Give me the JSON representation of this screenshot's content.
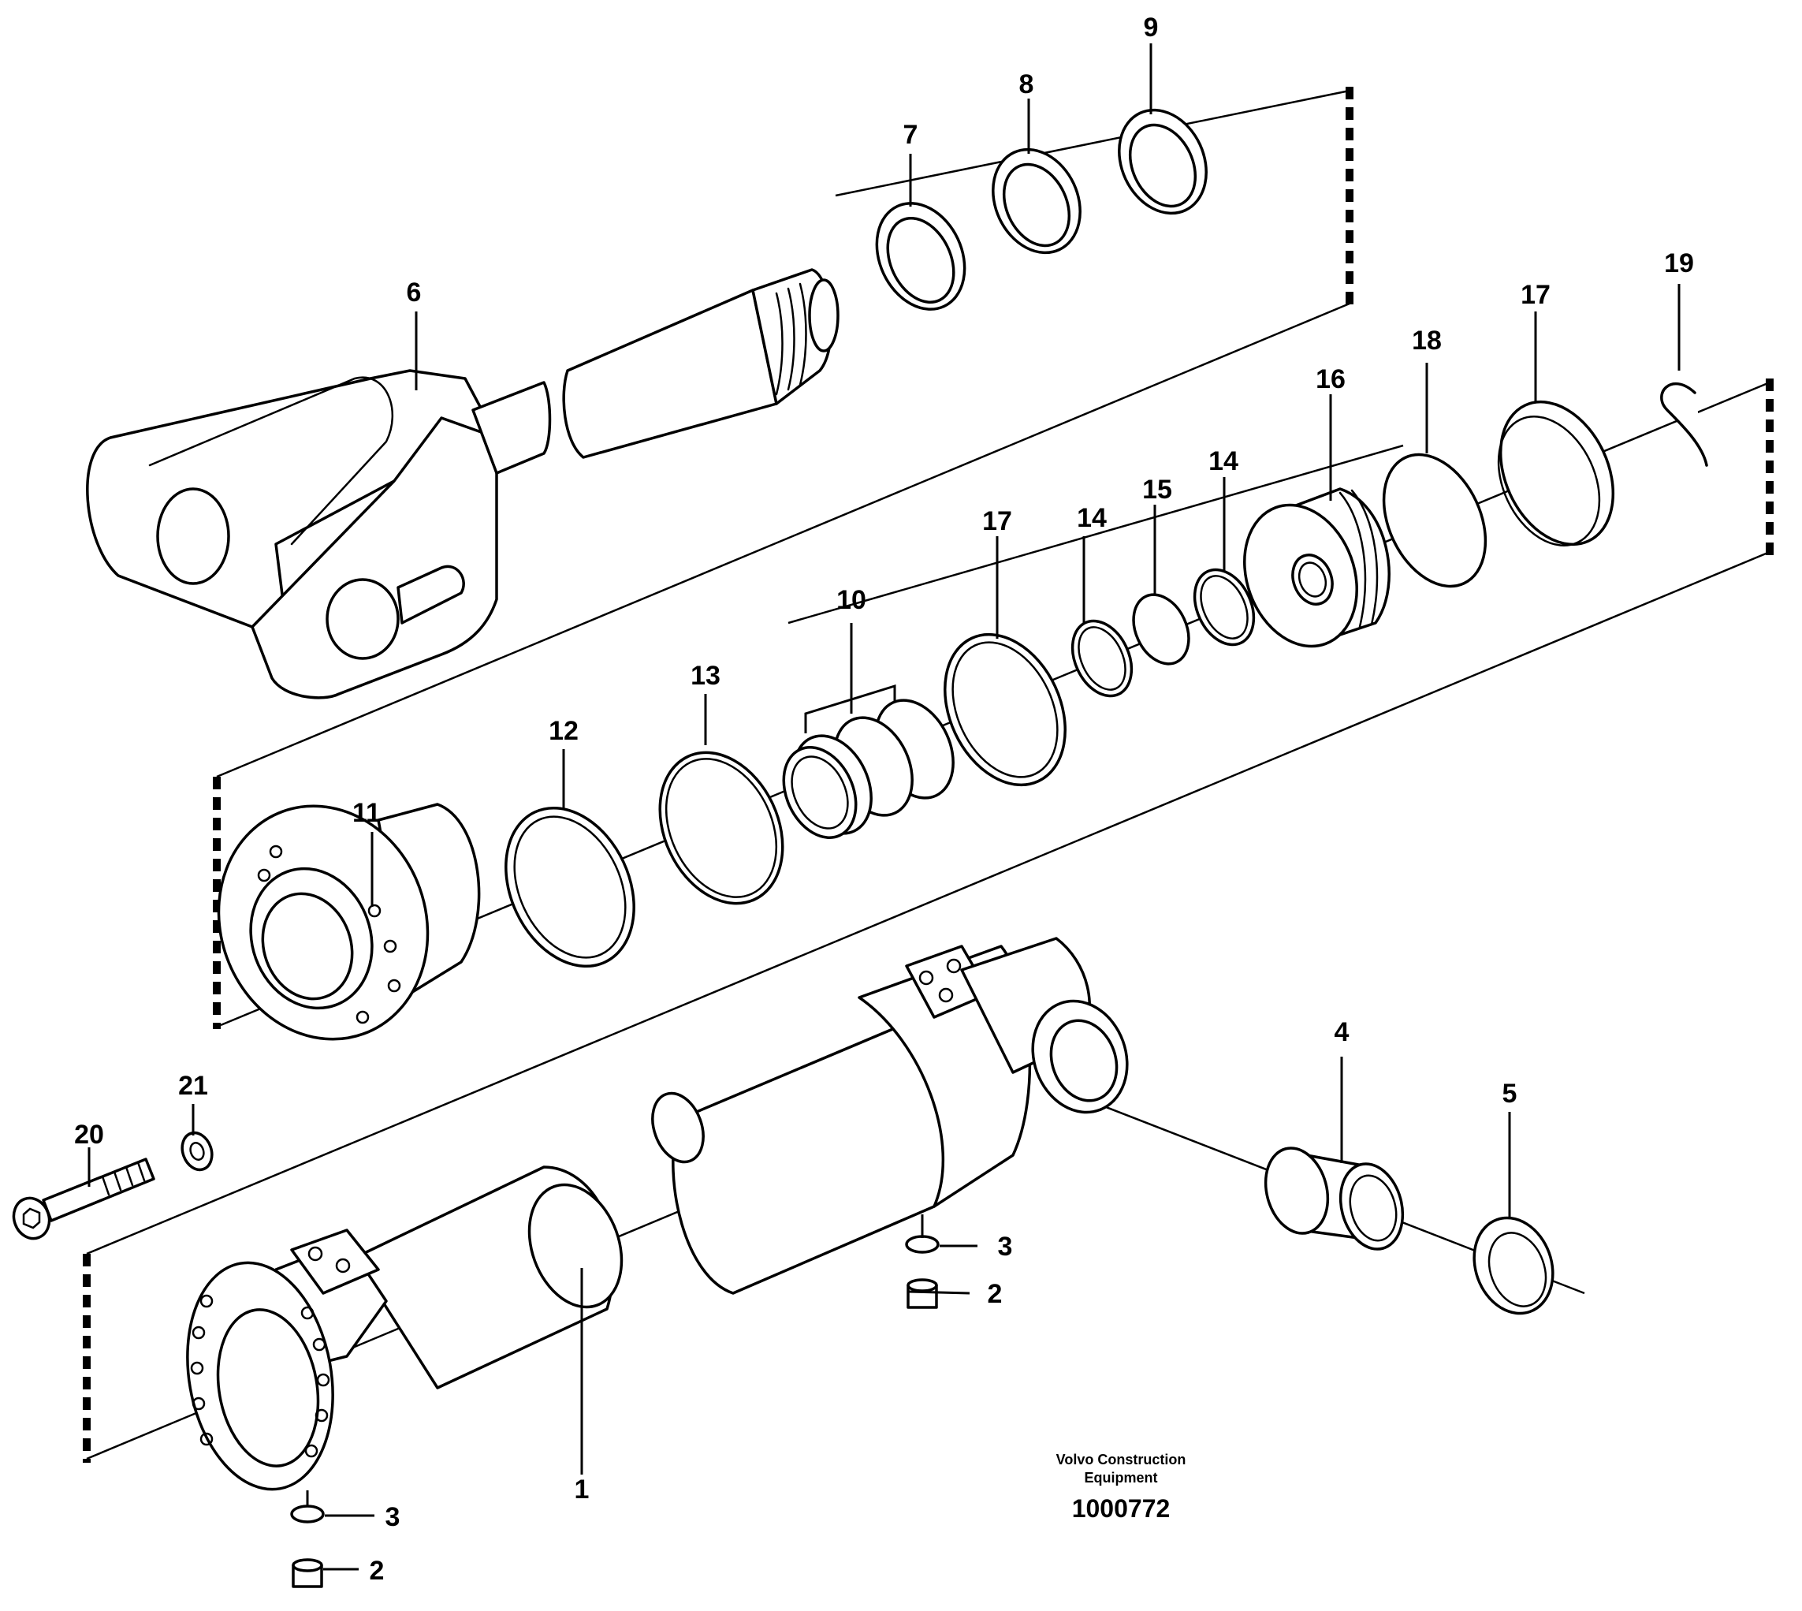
{
  "part_labels": {
    "p1": "1",
    "p2a": "2",
    "p2b": "2",
    "p3a": "3",
    "p3b": "3",
    "p4": "4",
    "p5": "5",
    "p6": "6",
    "p7": "7",
    "p8": "8",
    "p9": "9",
    "p10": "10",
    "p11": "11",
    "p12": "12",
    "p13": "13",
    "p14a": "14",
    "p14b": "14",
    "p15": "15",
    "p16": "16",
    "p17a": "17",
    "p17b": "17",
    "p18": "18",
    "p19": "19",
    "p20": "20",
    "p21": "21"
  },
  "footer": {
    "brand_line1": "Volvo Construction",
    "brand_line2": "Equipment",
    "drawing_number": "1000772"
  }
}
